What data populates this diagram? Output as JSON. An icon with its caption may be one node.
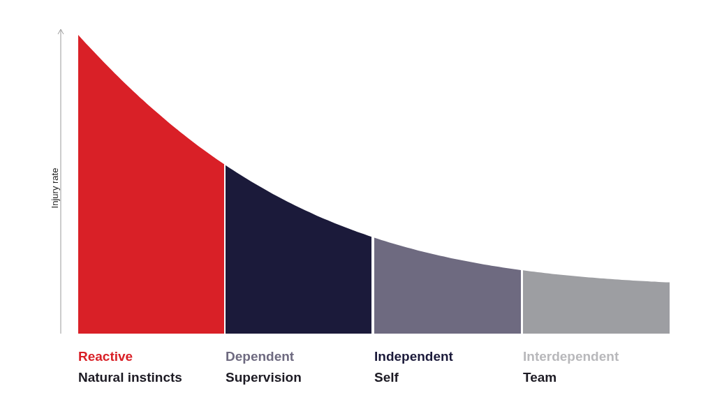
{
  "diagram": {
    "nodes": [
      {
        "text": [
          "Reactive",
          "Natural instincts"
        ]
      },
      {
        "text": [
          "Dependent",
          "Supervision"
        ]
      },
      {
        "text": [
          "Independent",
          "Self"
        ]
      },
      {
        "text": [
          "Interdependent",
          "Team"
        ]
      }
    ],
    "labels": [
      "Injury rate"
    ]
  }
}
